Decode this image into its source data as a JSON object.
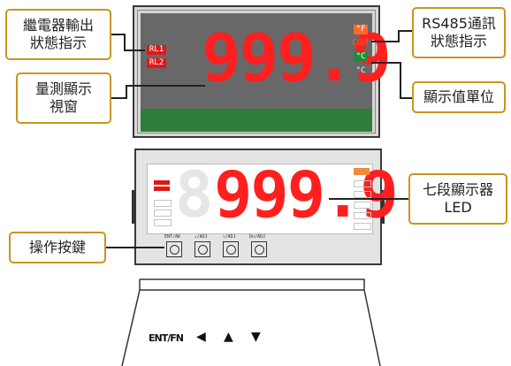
{
  "callouts": {
    "relay_status": {
      "line1": "繼電器輸出",
      "line2": "狀態指示"
    },
    "measure_window": {
      "line1": "量測顯示",
      "line2": "視窗"
    },
    "rs485_status": {
      "line1": "RS485通訊",
      "line2": "狀態指示"
    },
    "unit_display": {
      "line1": "顯示值單位"
    },
    "seven_segment": {
      "line1": "七段顯示器",
      "line2": "LED"
    },
    "buttons": {
      "line1": "操作按鍵"
    }
  },
  "front_meter": {
    "reading": "999.9",
    "relay_labels": [
      "RL1",
      "RL2"
    ],
    "indicators": {
      "fahrenheit": "°F",
      "com": "COM",
      "celsius_active": "°C",
      "celsius": "°C"
    }
  },
  "open_meter": {
    "reading": "999.9",
    "button_labels": [
      "ENT/AK",
      "↓/ADJ",
      "↑/ADJ",
      "Dn/ADJ"
    ]
  },
  "bottom_panel": {
    "ent_label": "ENT/FN",
    "arrow_left": "◀",
    "arrow_up": "▲",
    "arrow_down": "▼"
  },
  "colors": {
    "callout_border": "#c8951f",
    "led_red": "#ff1f1f",
    "panel_gray": "#686868",
    "green_bar": "#2e7d3a",
    "com_orange": "#ff5a1f",
    "ind_green": "#1f8c3a"
  }
}
